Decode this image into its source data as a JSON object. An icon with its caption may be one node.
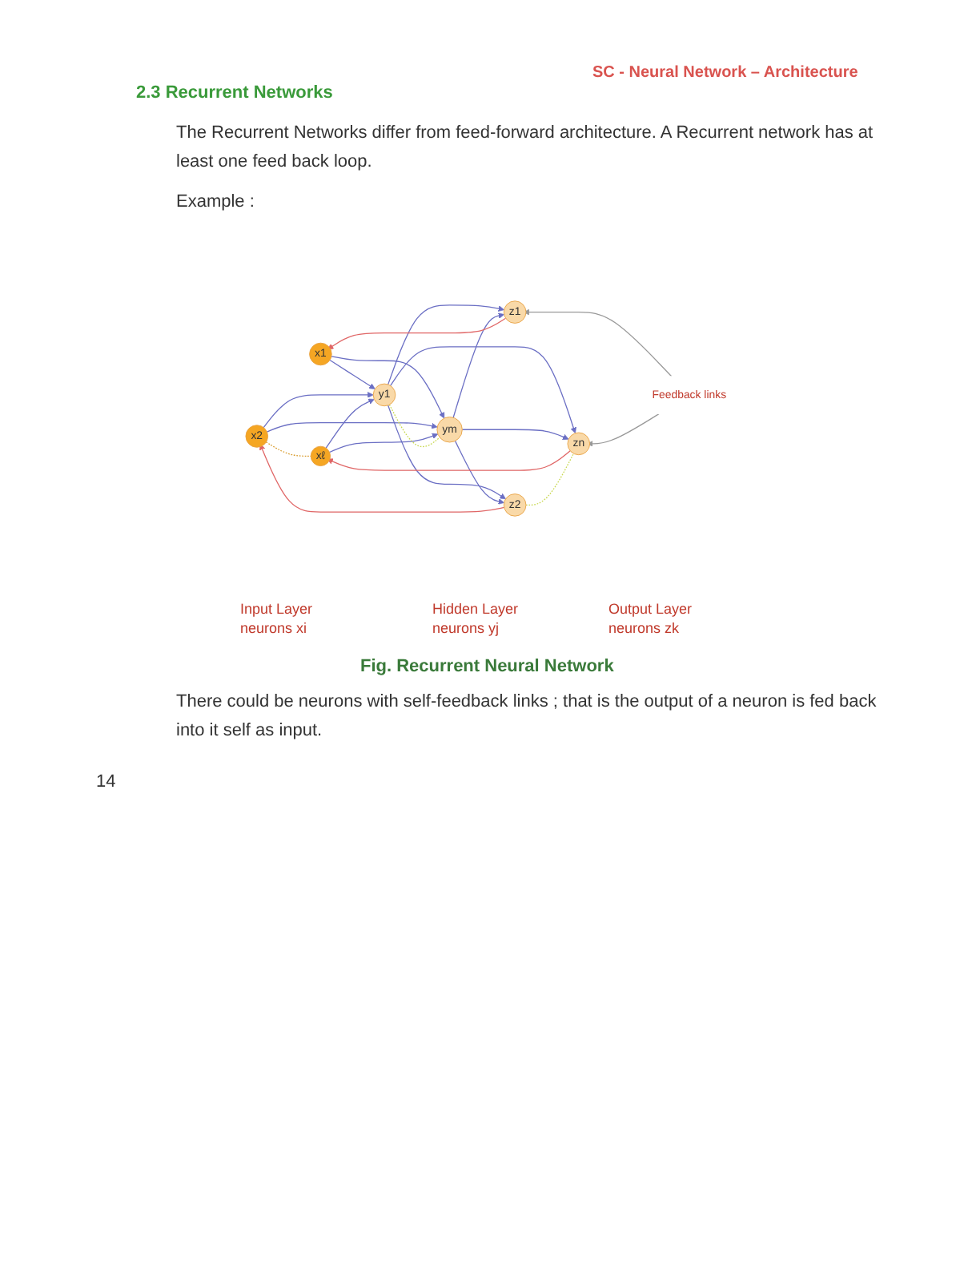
{
  "diagram": {
    "title": "2.3 Recurrent Networks",
    "caption": "Fig. Recurrent Neural Network",
    "nodes": [
      {
        "text": [
          "x1"
        ]
      },
      {
        "text": [
          "x2"
        ]
      },
      {
        "text": [
          "xℓ"
        ]
      },
      {
        "text": [
          "y1"
        ]
      },
      {
        "text": [
          "ym"
        ]
      },
      {
        "text": [
          "z1"
        ]
      },
      {
        "text": [
          "z2"
        ]
      },
      {
        "text": [
          "zn"
        ]
      },
      {
        "text": [
          "Feedback links"
        ]
      }
    ],
    "edges": [
      {
        "from": 0,
        "to": 3,
        "arrow": "to"
      },
      {
        "from": 0,
        "to": 4,
        "arrow": "to"
      },
      {
        "from": 1,
        "to": 3,
        "arrow": "to"
      },
      {
        "from": 1,
        "to": 4,
        "arrow": "to"
      },
      {
        "from": 2,
        "to": 3,
        "arrow": "to"
      },
      {
        "from": 2,
        "to": 4,
        "arrow": "to"
      },
      {
        "from": 3,
        "to": 5,
        "arrow": "to"
      },
      {
        "from": 3,
        "to": 6,
        "arrow": "to"
      },
      {
        "from": 3,
        "to": 7,
        "arrow": "to"
      },
      {
        "from": 4,
        "to": 5,
        "arrow": "to"
      },
      {
        "from": 4,
        "to": 6,
        "arrow": "to"
      },
      {
        "from": 4,
        "to": 7,
        "arrow": "to"
      },
      {
        "from": 5,
        "to": 0,
        "arrow": "to",
        "color": "#e06666"
      },
      {
        "from": 6,
        "to": 1,
        "arrow": "to",
        "color": "#e06666"
      },
      {
        "from": 7,
        "to": 2,
        "arrow": "to",
        "color": "#e06666"
      },
      {
        "from": 1,
        "to": 2,
        "arrow": "none",
        "style": "dashed",
        "color": "#d89a2a"
      },
      {
        "from": 3,
        "to": 4,
        "arrow": "none",
        "style": "dashed",
        "color": "#c8d850"
      },
      {
        "from": 6,
        "to": 7,
        "arrow": "none",
        "style": "dashed",
        "color": "#c8d850"
      },
      {
        "from": 8,
        "to": 5,
        "arrow": "to",
        "color": "#999999"
      },
      {
        "from": 8,
        "to": 7,
        "arrow": "to",
        "color": "#999999"
      }
    ],
    "labels": [
      "SC - Neural Network – Architecture",
      "The Recurrent Networks differ from feed-forward architecture. A Recurrent network has at least one feed back loop.",
      "Example :",
      "Input Layer neurons xi",
      "Hidden Layer neurons yj",
      "Output Layer neurons zk",
      "There could be neurons with self-feedback links ; that is the output of a neuron is fed back into it self as input.",
      "14"
    ]
  }
}
